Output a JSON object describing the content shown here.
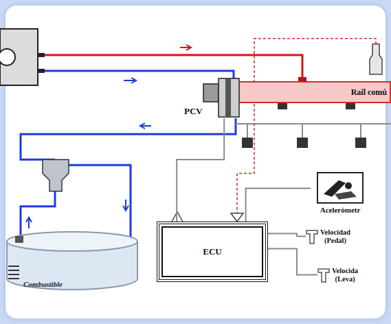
{
  "diagram": {
    "nodes": [
      {
        "text": [
          "Rail comú"
        ]
      },
      {
        "text": [
          "PCV"
        ]
      },
      {
        "text": [
          "ECU"
        ]
      },
      {
        "text": [
          "Acelerómetr"
        ]
      },
      {
        "text": [
          "Velocidad (Pedal)"
        ]
      },
      {
        "text": [
          "Velocida (Leva)"
        ]
      },
      {
        "text": [
          "Combustible"
        ]
      }
    ],
    "edges": [
      {
        "from": 2,
        "to": 1,
        "arrow": "none"
      },
      {
        "from": 2,
        "to": 3,
        "arrow": "none"
      },
      {
        "from": 2,
        "to": 4,
        "arrow": "none"
      },
      {
        "from": 2,
        "to": 5,
        "arrow": "none"
      }
    ]
  }
}
